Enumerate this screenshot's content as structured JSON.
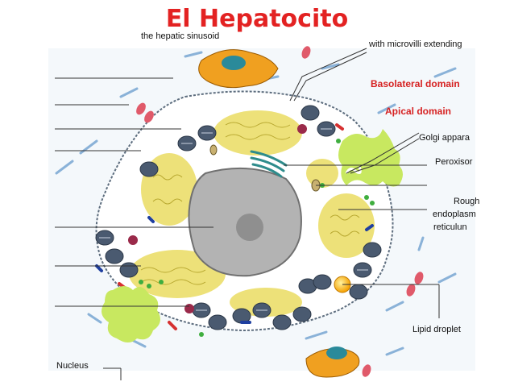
{
  "title": "El Hepatocito",
  "labels": {
    "top_caption": "the hepatic sinusoid",
    "microvilli": "with microvilli extending",
    "basolateral": "Basolateral domain",
    "apical": "Apical domain",
    "golgi": "Golgi appara",
    "peroxisome": "Peroxisor",
    "rough_1": "Rough",
    "rough_2": "endoplasm",
    "rough_3": "reticulun",
    "lipid": "Lipid droplet",
    "nucleus": "Nucleus"
  },
  "colors": {
    "title": "#e32222",
    "domain_label": "#d62222",
    "nucleus": "#b3b3b3",
    "nucleolus": "#8f8f8f",
    "sinusoid_stripe": "#7fa9d6",
    "kupffer": "#f0a020",
    "blob": "#c8e860",
    "er": "#e8d85a",
    "mito": "#4a5a70",
    "rbc": "#e05a6a",
    "lipid": "#f5b000",
    "golgi": "#2e8c8c"
  }
}
